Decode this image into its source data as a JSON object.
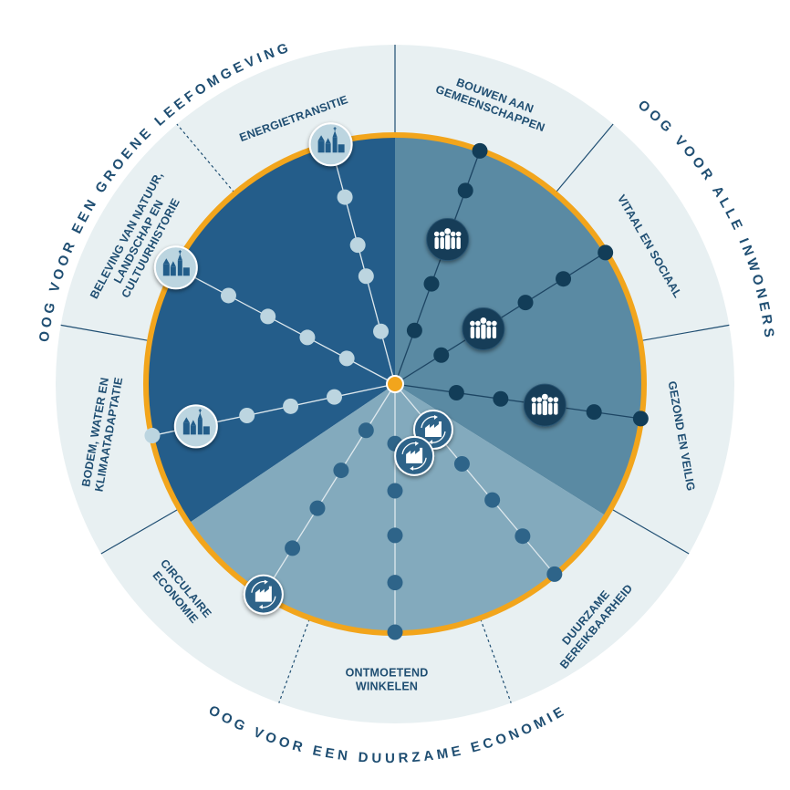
{
  "groups": {
    "green": "OOG VOOR EEN GROENE LEEFOMGEVING",
    "inhabitants": "OOG VOOR ALLE INWONERS",
    "economy": "OOG VOOR EEN DUURZAME ECONOMIE"
  },
  "segments": [
    {
      "id": "energietransitie",
      "lines": [
        "ENERGIETRANSITIE"
      ]
    },
    {
      "id": "bouwen",
      "lines": [
        "BOUWEN AAN",
        "GEMEENSCHAPPEN"
      ]
    },
    {
      "id": "vitaal",
      "lines": [
        "VITAAL EN SOCIAAL"
      ]
    },
    {
      "id": "gezond",
      "lines": [
        "GEZOND EN VEILIG"
      ]
    },
    {
      "id": "bereikbaarheid",
      "lines": [
        "DUURZAME",
        "BEREIKBAARHEID"
      ]
    },
    {
      "id": "winkelen",
      "lines": [
        "ONTMOETEND",
        "WINKELEN"
      ]
    },
    {
      "id": "circulaire",
      "lines": [
        "CIRCULAIRE",
        "ECONOMIE"
      ]
    },
    {
      "id": "bodem",
      "lines": [
        "BODEM, WATER EN",
        "KLIMAATADAPTATIE"
      ]
    },
    {
      "id": "beleving",
      "lines": [
        "BELEVING VAN NATUUR,",
        "LANDSCHAP EN",
        "CULTUURHISTORIE"
      ]
    }
  ],
  "colors": {
    "ring": "#e8f0f2",
    "accent": "#f2a51c",
    "green_sector": "#245d8a",
    "inhabitants_sector": "#5a8aa3",
    "economy_sector": "#83aabd",
    "green_dots": "#bcd5e0",
    "inhabitants_dots": "#123d58",
    "economy_dots": "#2e6489",
    "label": "#1f4e72"
  },
  "icons": {
    "green": "village-skyline-icon",
    "inhabitants": "people-group-icon",
    "economy": "recycle-factory-icon"
  }
}
